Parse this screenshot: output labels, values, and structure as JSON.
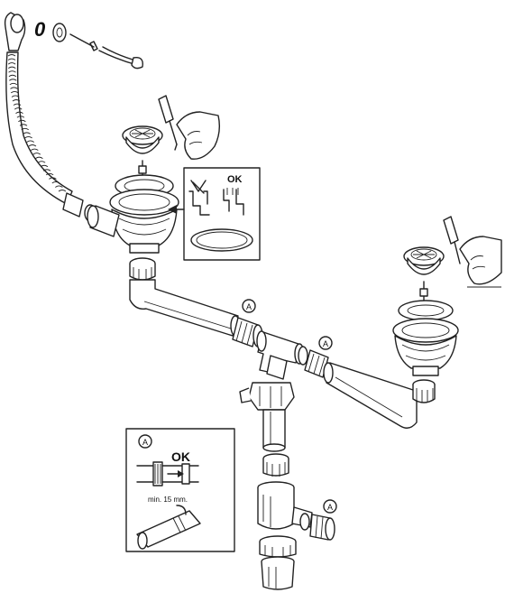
{
  "labels": {
    "top_ring_marker": "0",
    "inset_ok": "OK",
    "callout_letter": "A",
    "detail_ok": "OK",
    "detail_min": "min. 15 mm."
  },
  "colors": {
    "line": "#222222",
    "background": "#ffffff",
    "shade": "#e6e6e6"
  }
}
